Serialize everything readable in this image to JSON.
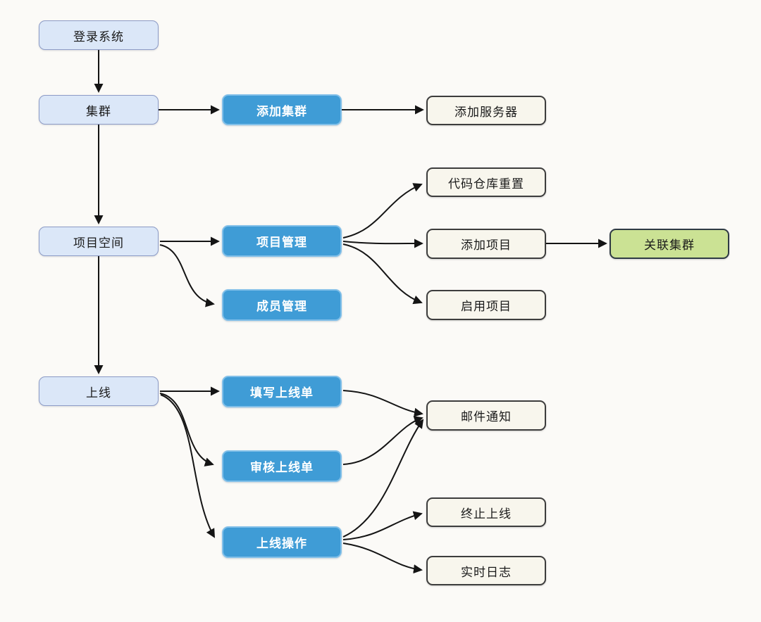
{
  "diagram": {
    "title": "deployment-system-flowchart",
    "colors": {
      "bg": "#fbfaf7",
      "edge": "#141414",
      "node_lightblue": "#dbe7f8",
      "node_blue": "#3f9cd6",
      "node_cream": "#f8f6ed",
      "node_green": "#cbe294"
    },
    "nodes": {
      "login_system": {
        "label": "登录系统",
        "type": "lightblue"
      },
      "cluster": {
        "label": "集群",
        "type": "lightblue"
      },
      "add_cluster": {
        "label": "添加集群",
        "type": "blue"
      },
      "add_server": {
        "label": "添加服务器",
        "type": "cream"
      },
      "code_repo_reset": {
        "label": "代码仓库重置",
        "type": "cream"
      },
      "project_space": {
        "label": "项目空间",
        "type": "lightblue"
      },
      "project_mgmt": {
        "label": "项目管理",
        "type": "blue"
      },
      "add_project": {
        "label": "添加项目",
        "type": "cream"
      },
      "link_cluster": {
        "label": "关联集群",
        "type": "green"
      },
      "member_mgmt": {
        "label": "成员管理",
        "type": "blue"
      },
      "enable_project": {
        "label": "启用项目",
        "type": "cream"
      },
      "online": {
        "label": "上线",
        "type": "lightblue"
      },
      "fill_online_form": {
        "label": "填写上线单",
        "type": "blue"
      },
      "review_online_form": {
        "label": "审核上线单",
        "type": "blue"
      },
      "email_notify": {
        "label": "邮件通知",
        "type": "cream"
      },
      "online_operation": {
        "label": "上线操作",
        "type": "blue"
      },
      "terminate_online": {
        "label": "终止上线",
        "type": "cream"
      },
      "realtime_log": {
        "label": "实时日志",
        "type": "cream"
      }
    },
    "edges": [
      {
        "from": "login_system",
        "to": "cluster"
      },
      {
        "from": "cluster",
        "to": "add_cluster"
      },
      {
        "from": "cluster",
        "to": "project_space"
      },
      {
        "from": "add_cluster",
        "to": "add_server"
      },
      {
        "from": "project_space",
        "to": "project_mgmt"
      },
      {
        "from": "project_space",
        "to": "member_mgmt"
      },
      {
        "from": "project_space",
        "to": "online"
      },
      {
        "from": "project_mgmt",
        "to": "code_repo_reset"
      },
      {
        "from": "project_mgmt",
        "to": "add_project"
      },
      {
        "from": "project_mgmt",
        "to": "enable_project"
      },
      {
        "from": "add_project",
        "to": "link_cluster"
      },
      {
        "from": "online",
        "to": "fill_online_form"
      },
      {
        "from": "online",
        "to": "review_online_form"
      },
      {
        "from": "online",
        "to": "online_operation"
      },
      {
        "from": "fill_online_form",
        "to": "email_notify"
      },
      {
        "from": "review_online_form",
        "to": "email_notify"
      },
      {
        "from": "online_operation",
        "to": "email_notify"
      },
      {
        "from": "online_operation",
        "to": "terminate_online"
      },
      {
        "from": "online_operation",
        "to": "realtime_log"
      }
    ]
  }
}
